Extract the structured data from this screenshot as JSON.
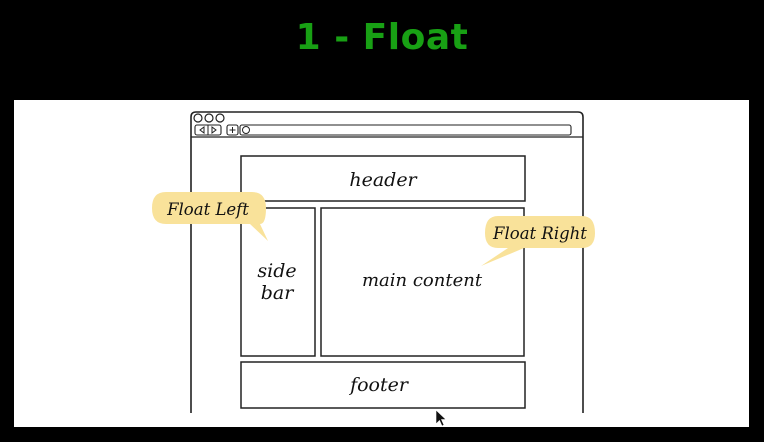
{
  "slide": {
    "title": "1 - Float",
    "title_color": "#18a014",
    "background_color": "#000000"
  },
  "diagram": {
    "panel_background": "#ffffff",
    "line_color": "#222222",
    "callout_color": "#f9e29a",
    "browser": {
      "window_buttons": [
        "window-button",
        "window-button",
        "window-button"
      ],
      "nav_icons": [
        "back-arrow-icon",
        "forward-arrow-icon",
        "new-tab-plus-icon",
        "address-circle-icon"
      ]
    },
    "boxes": {
      "header": "header",
      "sidebar_line1": "side",
      "sidebar_line2": "bar",
      "main": "main content",
      "footer": "footer"
    },
    "callouts": {
      "left": "Float Left",
      "right": "Float Right"
    },
    "cursor_icon": "mouse-pointer-icon"
  }
}
